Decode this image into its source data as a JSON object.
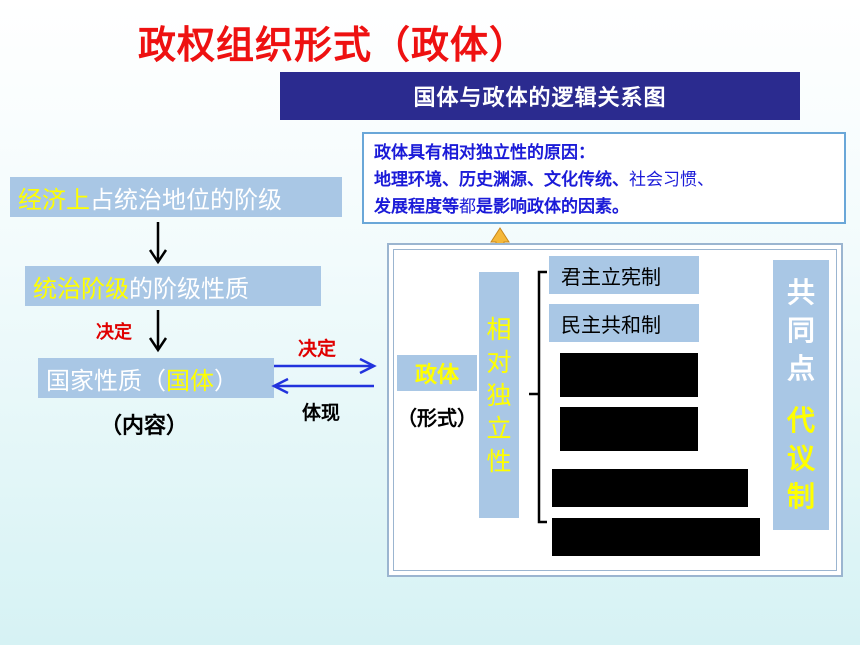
{
  "title": "政权组织形式（政体）",
  "banner": "国体与政体的逻辑关系图",
  "reason": {
    "line1": "政体具有相对独立性的原因：",
    "line2_bold": "地理环境、历史渊源、文化传统、",
    "line2_plain": "社会习惯、",
    "line3_bold1": "发展程度等",
    "line3_plain": "都",
    "line3_bold2": "是影响政体的因素。"
  },
  "left": {
    "box1_yellow": "经济上",
    "box1_rest": "占统治地位的阶级",
    "box2_yellow": "统治阶级",
    "box2_rest": "的阶级性质",
    "decide_label": "决定",
    "box3_pre": "国家性质（",
    "box3_yellow": "国体",
    "box3_post": "）",
    "content_label": "（内容）"
  },
  "middle": {
    "decide": "决定",
    "embody": "体现"
  },
  "zhengti": {
    "label": "政体",
    "form_label": "（形式）"
  },
  "independence": [
    "相",
    "对",
    "独",
    "立",
    "性"
  ],
  "forms": [
    "君主立宪制",
    "民主共和制"
  ],
  "common": {
    "top": [
      "共",
      "同",
      "点"
    ],
    "bottom": [
      "代",
      "议",
      "制"
    ]
  },
  "colors": {
    "title": "#ee1111",
    "banner_bg": "#2b2b8f",
    "box_bg": "#a9c7e5",
    "highlight": "#ffff00",
    "reason_text": "#1b1bd8",
    "arrow_blue": "#2233dd"
  }
}
